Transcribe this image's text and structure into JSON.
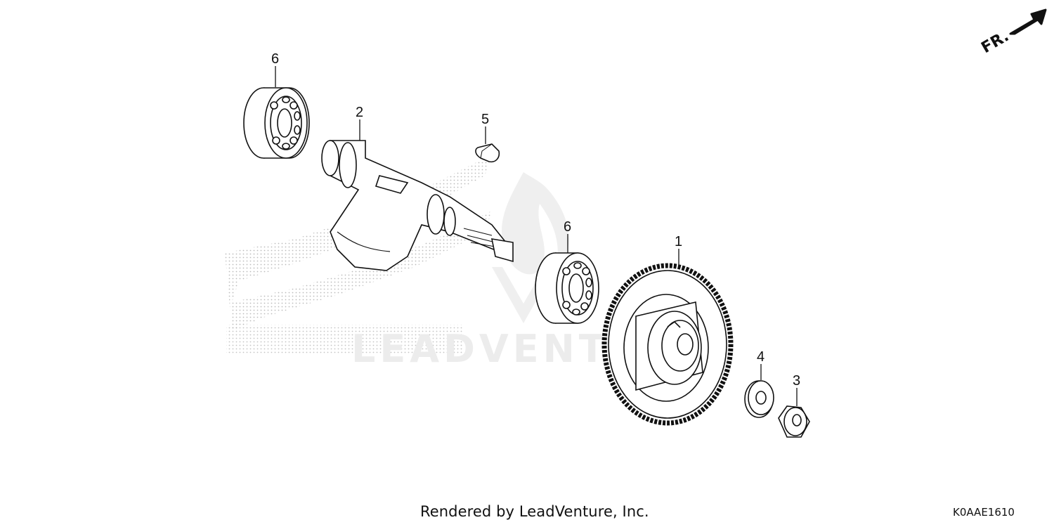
{
  "diagram": {
    "callouts": [
      {
        "id": "gear",
        "label": "1"
      },
      {
        "id": "shaft",
        "label": "2"
      },
      {
        "id": "nut",
        "label": "3"
      },
      {
        "id": "washer",
        "label": "4"
      },
      {
        "id": "key",
        "label": "5"
      },
      {
        "id": "bearing-top",
        "label": "6"
      },
      {
        "id": "bearing-mid",
        "label": "6"
      }
    ],
    "direction_label": "FR.",
    "watermark_text": "LEADVENTURE"
  },
  "footer": {
    "credit": "Rendered by LeadVenture, Inc.",
    "code": "K0AAE1610"
  }
}
